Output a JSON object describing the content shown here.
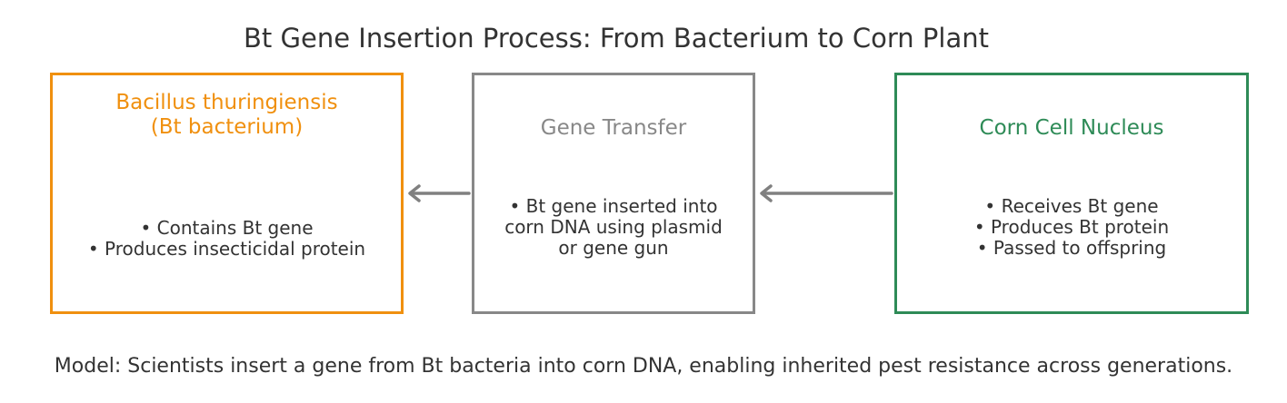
{
  "title": "Bt Gene Insertion Process: From Bacterium to Corn Plant",
  "boxes": [
    {
      "id": "bt-bacterium",
      "heading_lines": [
        "Bacillus thuringiensis",
        "(Bt bacterium)"
      ],
      "body_lines": [
        "• Contains Bt gene",
        "• Produces insecticidal protein"
      ],
      "color": "#f0900f"
    },
    {
      "id": "gene-transfer",
      "heading_lines": [
        "Gene Transfer"
      ],
      "body_lines": [
        "• Bt gene inserted into",
        "corn DNA using plasmid",
        "or gene gun"
      ],
      "color": "#888888"
    },
    {
      "id": "corn-cell-nucleus",
      "heading_lines": [
        "Corn Cell Nucleus"
      ],
      "body_lines": [
        "• Receives Bt gene",
        "• Produces Bt protein",
        "• Passed to offspring"
      ],
      "color": "#2e8b57"
    }
  ],
  "arrow_color": "#808080",
  "text_color": "#333333",
  "caption": "Model: Scientists insert a gene from Bt bacteria into corn DNA, enabling inherited pest resistance across generations."
}
